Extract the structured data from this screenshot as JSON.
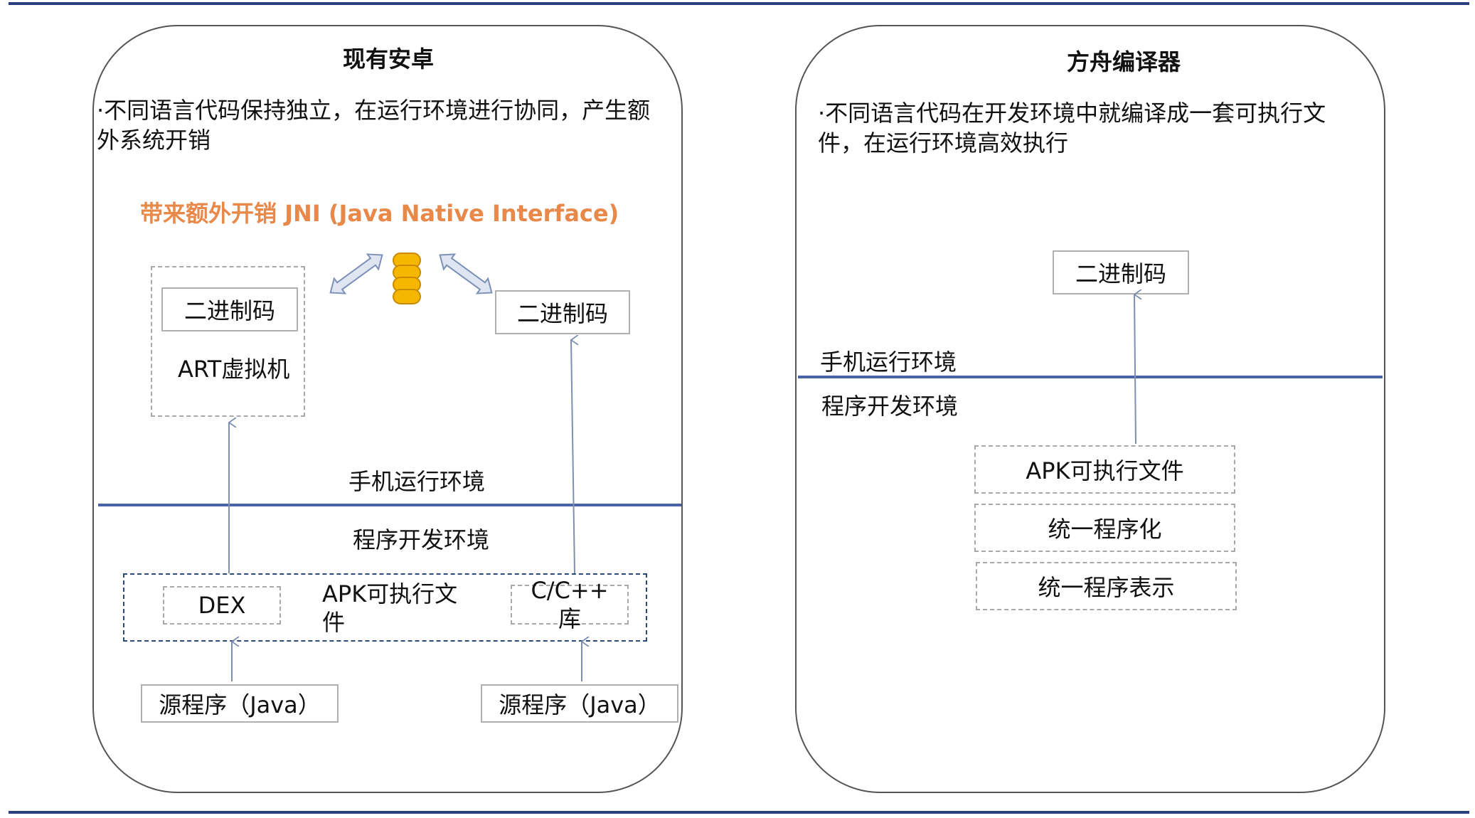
{
  "left": {
    "title": "现有安卓",
    "desc": "·不同语言代码保持独立，在运行环境进行协同，产生额外系统开销",
    "jni_note": "带来额外开销 JNI (Java Native Interface)",
    "binary_left": "二进制码",
    "art_vm": "ART虚拟机",
    "binary_right": "二进制码",
    "runtime_env": "手机运行环境",
    "dev_env": "程序开发环境",
    "dex": "DEX",
    "apk_line1": "APK可执行文",
    "apk_line2": "件",
    "cpp_line1": "C/C++",
    "cpp_line2": "库",
    "source_left": "源程序（Java）",
    "source_right": "源程序（Java）"
  },
  "right": {
    "title": "方舟编译器",
    "desc": "·不同语言代码在开发环境中就编译成一套可执行文件，在运行环境高效执行",
    "binary": "二进制码",
    "runtime_env": "手机运行环境",
    "dev_env": "程序开发环境",
    "apk": "APK可执行文件",
    "unify_prog": "统一程序化",
    "unify_repr": "统一程序表示"
  },
  "colors": {
    "rule": "#2b3e80",
    "divider": "#4a62a8",
    "jni": "#e8894a",
    "db_icon": "#f5b700",
    "arrow_fill": "#dfe6f2",
    "arrow_stroke": "#7d90b8"
  },
  "icons": {
    "database": "database-icon",
    "double_arrow": "double-arrow-icon"
  }
}
